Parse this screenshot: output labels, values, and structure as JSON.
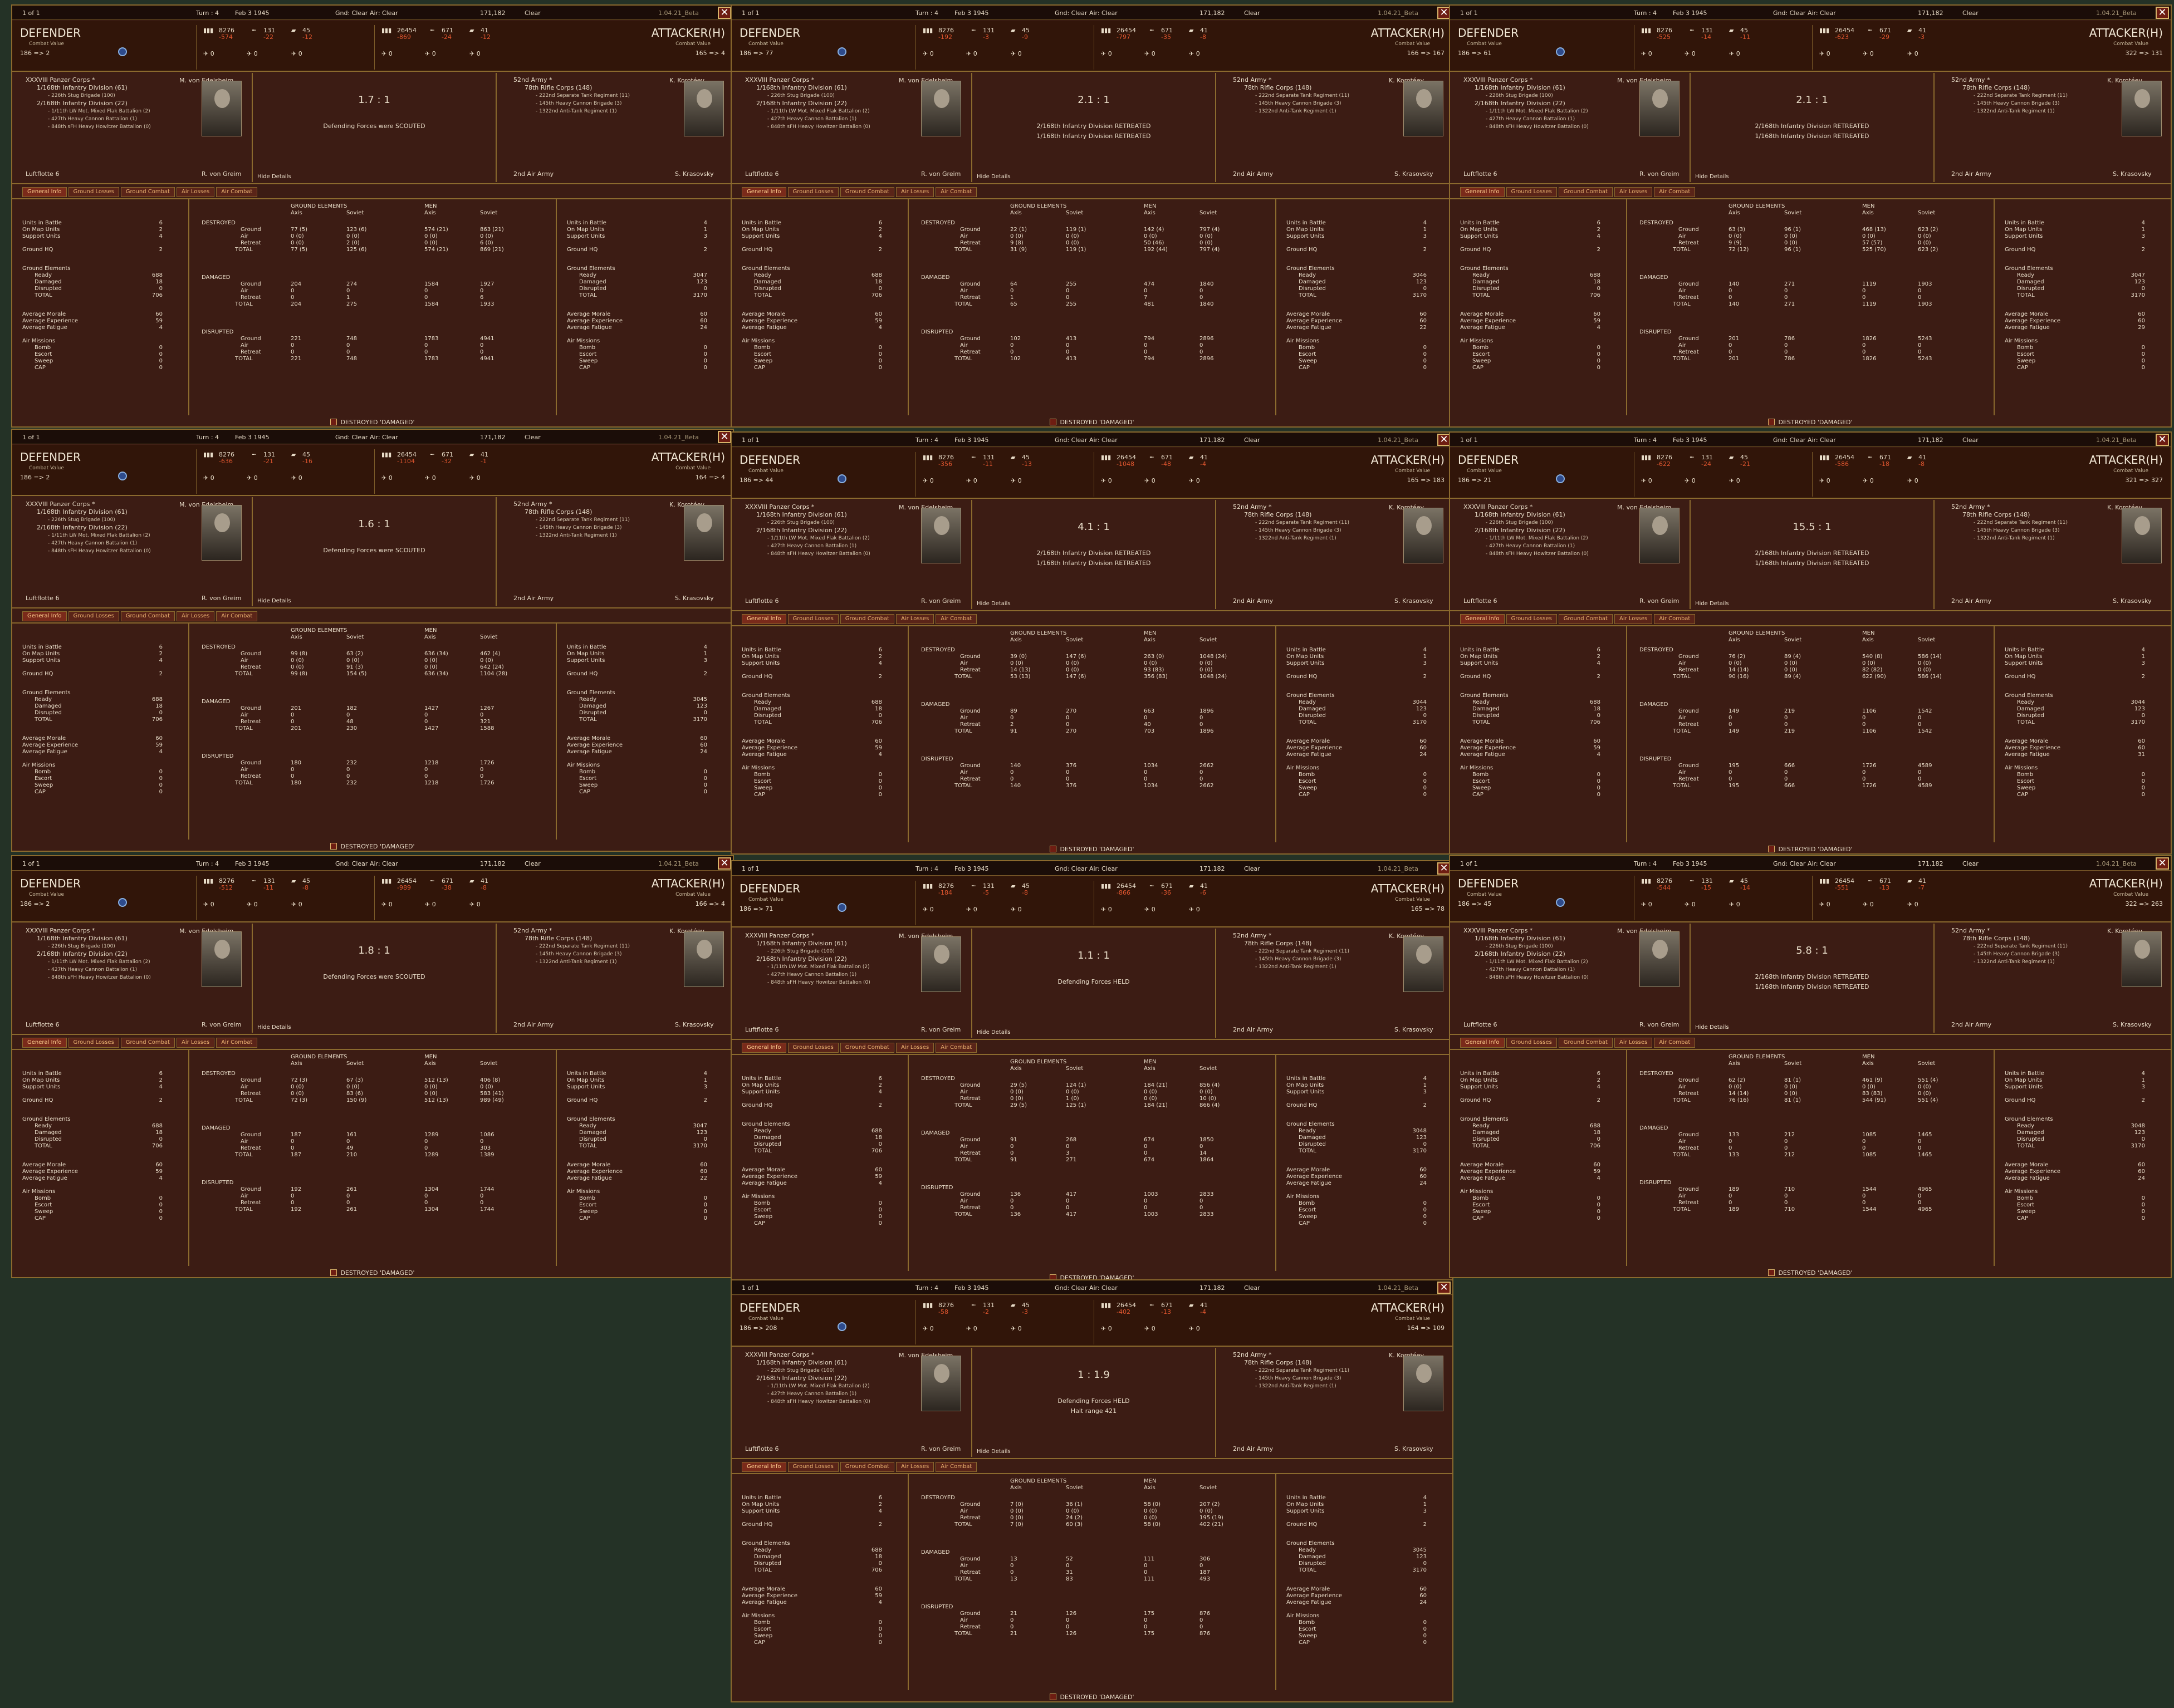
{
  "common": {
    "page": "1 of 1",
    "turn": "Turn : 4",
    "date": "Feb 3 1945",
    "weather": "Gnd: Clear  Air: Clear",
    "hex": "171,182",
    "terrain": "Clear",
    "version": "1.04.21_Beta",
    "defender": "DEFENDER",
    "attacker": "ATTACKER(H)",
    "combat_value": "Combat Value",
    "def_counts": [
      "8276",
      "131",
      "45"
    ],
    "att_counts": [
      "26454",
      "671",
      "41"
    ],
    "def_oob": [
      "XXXVIII Panzer Corps *",
      "1/168th Infantry Division (61)",
      "- 226th Stug Brigade (100)",
      "2/168th Infantry Division (22)",
      "- 1/11th LW Mot. Mixed Flak Battalion (2)",
      "- 427th Heavy Cannon Battalion (1)",
      "- 848th sFH Heavy Howitzer Battalion (0)"
    ],
    "att_oob": [
      "52nd Army *",
      "78th Rifle Corps (148)",
      "- 222nd Separate Tank Regiment (11)",
      "- 145th Heavy Cannon Brigade (3)",
      "- 1322nd Anti-Tank Regiment (1)"
    ],
    "def_leader": "M. von Edelsheim",
    "att_leader": "K. Korotéev",
    "def_air": "Luftflotte 6",
    "att_air": "2nd Air Army",
    "def_air_leader": "R. von Greim",
    "att_air_leader": "S. Krasovsky",
    "hide": "Hide Details",
    "tabs": [
      "General Info",
      "Ground Losses",
      "Ground Combat",
      "Air Losses",
      "Air Combat"
    ],
    "left_stats": {
      "units": "Units in Battle",
      "onmap": "On Map Units",
      "support": "Support Units",
      "hq": "Ground HQ",
      "ge": "Ground Elements",
      "ready": "Ready",
      "damaged": "Damaged",
      "disrupted": "Disrupted",
      "total": "TOTAL",
      "morale": "Average Morale",
      "exp": "Average Experience",
      "fat": "Average Fatigue",
      "air": "Air Missions",
      "bomb": "Bomb",
      "escort": "Escort",
      "sweep": "Sweep",
      "cap": "CAP"
    },
    "def_vals": {
      "units": "6",
      "onmap": "2",
      "support": "4",
      "hq": "2",
      "ready": "688",
      "damaged": "18",
      "disrupted": "0",
      "total": "706",
      "morale": "60",
      "exp": "59",
      "fat": "4",
      "bomb": "0",
      "escort": "0",
      "sweep": "0",
      "cap": "0"
    },
    "att_vals": {
      "units": "4",
      "onmap": "1",
      "support": "3",
      "hq": "2",
      "damaged": "123",
      "disrupted": "0",
      "total": "3170",
      "morale": "60",
      "exp": "60",
      "bomb": "0",
      "escort": "0",
      "sweep": "0",
      "cap": "0"
    },
    "center": {
      "ge": "GROUND ELEMENTS",
      "men": "MEN",
      "axis": "Axis",
      "soviet": "Soviet",
      "destroyed": "DESTROYED",
      "damaged": "DAMAGED",
      "disrupted": "DISRUPTED",
      "ground": "Ground",
      "air": "Air",
      "retreat": "Retreat",
      "total": "TOTAL"
    },
    "footer": "DESTROYED 'DAMAGED'"
  },
  "panels": [
    {
      "cv": "186 => 2",
      "acv": "165 => 4",
      "odds": "1.7 : 1",
      "r1": "Defending Forces were SCOUTED",
      "r2": "",
      "dneg": [
        "-574",
        "-22",
        "-12"
      ],
      "aneg": [
        "-869",
        "-24",
        "-12"
      ],
      "aready": "3047",
      "afat": "24",
      "destroyed": [
        [
          "77 (5)",
          "123 (6)",
          "574 (21)",
          "863 (21)"
        ],
        [
          "0 (0)",
          "0 (0)",
          "0 (0)",
          "0 (0)"
        ],
        [
          "0 (0)",
          "2 (0)",
          "0 (0)",
          "6 (0)"
        ],
        [
          "77 (5)",
          "125 (6)",
          "574 (21)",
          "869 (21)"
        ]
      ],
      "damaged": [
        [
          "204",
          "274",
          "1584",
          "1927"
        ],
        [
          "0",
          "0",
          "0",
          "0"
        ],
        [
          "0",
          "1",
          "0",
          "6"
        ],
        [
          "204",
          "275",
          "1584",
          "1933"
        ]
      ],
      "disrupted": [
        [
          "221",
          "748",
          "1783",
          "4941"
        ],
        [
          "0",
          "0",
          "0",
          "0"
        ],
        [
          "0",
          "0",
          "0",
          "0"
        ],
        [
          "221",
          "748",
          "1783",
          "4941"
        ]
      ]
    },
    {
      "cv": "186 => 77",
      "acv": "166 => 167",
      "odds": "2.1 : 1",
      "r1": "2/168th Infantry Division RETREATED",
      "r2": "1/168th Infantry Division RETREATED",
      "dneg": [
        "-192",
        "-3",
        "-9"
      ],
      "aneg": [
        "-797",
        "-35",
        "-8"
      ],
      "aready": "3046",
      "afat": "22",
      "destroyed": [
        [
          "22 (1)",
          "119 (1)",
          "142 (4)",
          "797 (4)"
        ],
        [
          "0 (0)",
          "0 (0)",
          "0 (0)",
          "0 (0)"
        ],
        [
          "9 (8)",
          "0 (0)",
          "50 (46)",
          "0 (0)"
        ],
        [
          "31 (9)",
          "119 (1)",
          "192 (44)",
          "797 (4)"
        ]
      ],
      "damaged": [
        [
          "64",
          "255",
          "474",
          "1840"
        ],
        [
          "0",
          "0",
          "0",
          "0"
        ],
        [
          "1",
          "0",
          "7",
          "0"
        ],
        [
          "65",
          "255",
          "481",
          "1840"
        ]
      ],
      "disrupted": [
        [
          "102",
          "413",
          "794",
          "2896"
        ],
        [
          "0",
          "0",
          "0",
          "0"
        ],
        [
          "0",
          "0",
          "0",
          "0"
        ],
        [
          "102",
          "413",
          "794",
          "2896"
        ]
      ]
    },
    {
      "cv": "186 => 61",
      "acv": "322 => 131",
      "odds": "2.1 : 1",
      "r1": "2/168th Infantry Division RETREATED",
      "r2": "1/168th Infantry Division RETREATED",
      "dneg": [
        "-525",
        "-14",
        "-11"
      ],
      "aneg": [
        "-623",
        "-29",
        "-3"
      ],
      "aready": "3047",
      "afat": "29",
      "destroyed": [
        [
          "63 (3)",
          "96 (1)",
          "468 (13)",
          "623 (2)"
        ],
        [
          "0 (0)",
          "0 (0)",
          "0 (0)",
          "0 (0)"
        ],
        [
          "9 (9)",
          "0 (0)",
          "57 (57)",
          "0 (0)"
        ],
        [
          "72 (12)",
          "96 (1)",
          "525 (70)",
          "623 (2)"
        ]
      ],
      "damaged": [
        [
          "140",
          "271",
          "1119",
          "1903"
        ],
        [
          "0",
          "0",
          "0",
          "0"
        ],
        [
          "0",
          "0",
          "0",
          "0"
        ],
        [
          "140",
          "271",
          "1119",
          "1903"
        ]
      ],
      "disrupted": [
        [
          "201",
          "786",
          "1826",
          "5243"
        ],
        [
          "0",
          "0",
          "0",
          "0"
        ],
        [
          "0",
          "0",
          "0",
          "0"
        ],
        [
          "201",
          "786",
          "1826",
          "5243"
        ]
      ]
    },
    {
      "cv": "186 => 2",
      "acv": "164 => 4",
      "odds": "1.6 : 1",
      "r1": "Defending Forces were SCOUTED",
      "r2": "",
      "dneg": [
        "-636",
        "-21",
        "-16"
      ],
      "aneg": [
        "-1104",
        "-32",
        "-1"
      ],
      "aready": "3045",
      "afat": "24",
      "destroyed": [
        [
          "99 (8)",
          "63 (2)",
          "636 (34)",
          "462 (4)"
        ],
        [
          "0 (0)",
          "0 (0)",
          "0 (0)",
          "0 (0)"
        ],
        [
          "0 (0)",
          "91 (3)",
          "0 (0)",
          "642 (24)"
        ],
        [
          "99 (8)",
          "154 (5)",
          "636 (34)",
          "1104 (28)"
        ]
      ],
      "damaged": [
        [
          "201",
          "182",
          "1427",
          "1267"
        ],
        [
          "0",
          "0",
          "0",
          "0"
        ],
        [
          "0",
          "48",
          "0",
          "321"
        ],
        [
          "201",
          "230",
          "1427",
          "1588"
        ]
      ],
      "disrupted": [
        [
          "180",
          "232",
          "1218",
          "1726"
        ],
        [
          "0",
          "0",
          "0",
          "0"
        ],
        [
          "0",
          "0",
          "0",
          "0"
        ],
        [
          "180",
          "232",
          "1218",
          "1726"
        ]
      ]
    },
    {
      "cv": "186 => 44",
      "acv": "165 => 183",
      "odds": "4.1 : 1",
      "r1": "2/168th Infantry Division RETREATED",
      "r2": "1/168th Infantry Division RETREATED",
      "dneg": [
        "-356",
        "-11",
        "-13"
      ],
      "aneg": [
        "-1048",
        "-48",
        "-4"
      ],
      "aready": "3044",
      "afat": "24",
      "destroyed": [
        [
          "39 (0)",
          "147 (6)",
          "263 (0)",
          "1048 (24)"
        ],
        [
          "0 (0)",
          "0 (0)",
          "0 (0)",
          "0 (0)"
        ],
        [
          "14 (13)",
          "0 (0)",
          "93 (83)",
          "0 (0)"
        ],
        [
          "53 (13)",
          "147 (6)",
          "356 (83)",
          "1048 (24)"
        ]
      ],
      "damaged": [
        [
          "89",
          "270",
          "663",
          "1896"
        ],
        [
          "0",
          "0",
          "0",
          "0"
        ],
        [
          "2",
          "0",
          "40",
          "0"
        ],
        [
          "91",
          "270",
          "703",
          "1896"
        ]
      ],
      "disrupted": [
        [
          "140",
          "376",
          "1034",
          "2662"
        ],
        [
          "0",
          "0",
          "0",
          "0"
        ],
        [
          "0",
          "0",
          "0",
          "0"
        ],
        [
          "140",
          "376",
          "1034",
          "2662"
        ]
      ]
    },
    {
      "cv": "186 => 21",
      "acv": "321 => 327",
      "odds": "15.5 : 1",
      "r1": "2/168th Infantry Division RETREATED",
      "r2": "1/168th Infantry Division RETREATED",
      "dneg": [
        "-622",
        "-24",
        "-21"
      ],
      "aneg": [
        "-586",
        "-18",
        "-8"
      ],
      "aready": "3044",
      "afat": "31",
      "destroyed": [
        [
          "76 (2)",
          "89 (4)",
          "540 (8)",
          "586 (14)"
        ],
        [
          "0 (0)",
          "0 (0)",
          "0 (0)",
          "0 (0)"
        ],
        [
          "14 (14)",
          "0 (0)",
          "82 (82)",
          "0 (0)"
        ],
        [
          "90 (16)",
          "89 (4)",
          "622 (90)",
          "586 (14)"
        ]
      ],
      "damaged": [
        [
          "149",
          "219",
          "1106",
          "1542"
        ],
        [
          "0",
          "0",
          "0",
          "0"
        ],
        [
          "0",
          "0",
          "0",
          "0"
        ],
        [
          "149",
          "219",
          "1106",
          "1542"
        ]
      ],
      "disrupted": [
        [
          "195",
          "666",
          "1726",
          "4589"
        ],
        [
          "0",
          "0",
          "0",
          "0"
        ],
        [
          "0",
          "0",
          "0",
          "0"
        ],
        [
          "195",
          "666",
          "1726",
          "4589"
        ]
      ]
    },
    {
      "cv": "186 => 2",
      "acv": "166 => 4",
      "odds": "1.8 : 1",
      "r1": "Defending Forces were SCOUTED",
      "r2": "",
      "dneg": [
        "-512",
        "-11",
        "-8"
      ],
      "aneg": [
        "-989",
        "-38",
        "-8"
      ],
      "aready": "3047",
      "afat": "22",
      "destroyed": [
        [
          "72 (3)",
          "67 (3)",
          "512 (13)",
          "406 (8)"
        ],
        [
          "0 (0)",
          "0 (0)",
          "0 (0)",
          "0 (0)"
        ],
        [
          "0 (0)",
          "83 (6)",
          "0 (0)",
          "583 (41)"
        ],
        [
          "72 (3)",
          "150 (9)",
          "512 (13)",
          "989 (49)"
        ]
      ],
      "damaged": [
        [
          "187",
          "161",
          "1289",
          "1086"
        ],
        [
          "0",
          "0",
          "0",
          "0"
        ],
        [
          "0",
          "49",
          "0",
          "303"
        ],
        [
          "187",
          "210",
          "1289",
          "1389"
        ]
      ],
      "disrupted": [
        [
          "192",
          "261",
          "1304",
          "1744"
        ],
        [
          "0",
          "0",
          "0",
          "0"
        ],
        [
          "0",
          "0",
          "0",
          "0"
        ],
        [
          "192",
          "261",
          "1304",
          "1744"
        ]
      ]
    },
    {
      "cv": "186 => 71",
      "acv": "165 => 78",
      "odds": "1.1 : 1",
      "r1": "Defending Forces HELD",
      "r2": "",
      "dneg": [
        "-184",
        "-5",
        "-8"
      ],
      "aneg": [
        "-866",
        "-36",
        "-6"
      ],
      "aready": "3048",
      "afat": "24",
      "destroyed": [
        [
          "29 (5)",
          "124 (1)",
          "184 (21)",
          "856 (4)"
        ],
        [
          "0 (0)",
          "0 (0)",
          "0 (0)",
          "0 (0)"
        ],
        [
          "0 (0)",
          "1 (0)",
          "0 (0)",
          "10 (0)"
        ],
        [
          "29 (5)",
          "125 (1)",
          "184 (21)",
          "866 (4)"
        ]
      ],
      "damaged": [
        [
          "91",
          "268",
          "674",
          "1850"
        ],
        [
          "0",
          "0",
          "0",
          "0"
        ],
        [
          "0",
          "3",
          "0",
          "14"
        ],
        [
          "91",
          "271",
          "674",
          "1864"
        ]
      ],
      "disrupted": [
        [
          "136",
          "417",
          "1003",
          "2833"
        ],
        [
          "0",
          "0",
          "0",
          "0"
        ],
        [
          "0",
          "0",
          "0",
          "0"
        ],
        [
          "136",
          "417",
          "1003",
          "2833"
        ]
      ]
    },
    {
      "cv": "186 => 45",
      "acv": "322 => 263",
      "odds": "5.8 : 1",
      "r1": "2/168th Infantry Division RETREATED",
      "r2": "1/168th Infantry Division RETREATED",
      "dneg": [
        "-544",
        "-15",
        "-14"
      ],
      "aneg": [
        "-551",
        "-13",
        "-7"
      ],
      "aready": "3048",
      "afat": "24",
      "destroyed": [
        [
          "62 (2)",
          "81 (1)",
          "461 (9)",
          "551 (4)"
        ],
        [
          "0 (0)",
          "0 (0)",
          "0 (0)",
          "0 (0)"
        ],
        [
          "14 (14)",
          "0 (0)",
          "83 (83)",
          "0 (0)"
        ],
        [
          "76 (16)",
          "81 (1)",
          "544 (91)",
          "551 (4)"
        ]
      ],
      "damaged": [
        [
          "133",
          "212",
          "1085",
          "1465"
        ],
        [
          "0",
          "0",
          "0",
          "0"
        ],
        [
          "0",
          "0",
          "0",
          "0"
        ],
        [
          "133",
          "212",
          "1085",
          "1465"
        ]
      ],
      "disrupted": [
        [
          "189",
          "710",
          "1544",
          "4965"
        ],
        [
          "0",
          "0",
          "0",
          "0"
        ],
        [
          "0",
          "0",
          "0",
          "0"
        ],
        [
          "189",
          "710",
          "1544",
          "4965"
        ]
      ]
    },
    {
      "cv": "186 => 208",
      "acv": "164 => 109",
      "odds": "1 : 1.9",
      "r1": "Defending Forces HELD",
      "r2": "Halt range 421",
      "dneg": [
        "-58",
        "-2",
        "-3"
      ],
      "aneg": [
        "-402",
        "-13",
        "-4"
      ],
      "aready": "3045",
      "afat": "24",
      "destroyed": [
        [
          "7 (0)",
          "36 (1)",
          "58 (0)",
          "207 (2)"
        ],
        [
          "0 (0)",
          "0 (0)",
          "0 (0)",
          "0 (0)"
        ],
        [
          "0 (0)",
          "24 (2)",
          "0 (0)",
          "195 (19)"
        ],
        [
          "7 (0)",
          "60 (3)",
          "58 (0)",
          "402 (21)"
        ]
      ],
      "damaged": [
        [
          "13",
          "52",
          "111",
          "306"
        ],
        [
          "0",
          "0",
          "0",
          "0"
        ],
        [
          "0",
          "31",
          "0",
          "187"
        ],
        [
          "13",
          "83",
          "111",
          "493"
        ]
      ],
      "disrupted": [
        [
          "21",
          "126",
          "175",
          "876"
        ],
        [
          "0",
          "0",
          "0",
          "0"
        ],
        [
          "0",
          "0",
          "0",
          "0"
        ],
        [
          "21",
          "126",
          "175",
          "876"
        ]
      ]
    }
  ]
}
